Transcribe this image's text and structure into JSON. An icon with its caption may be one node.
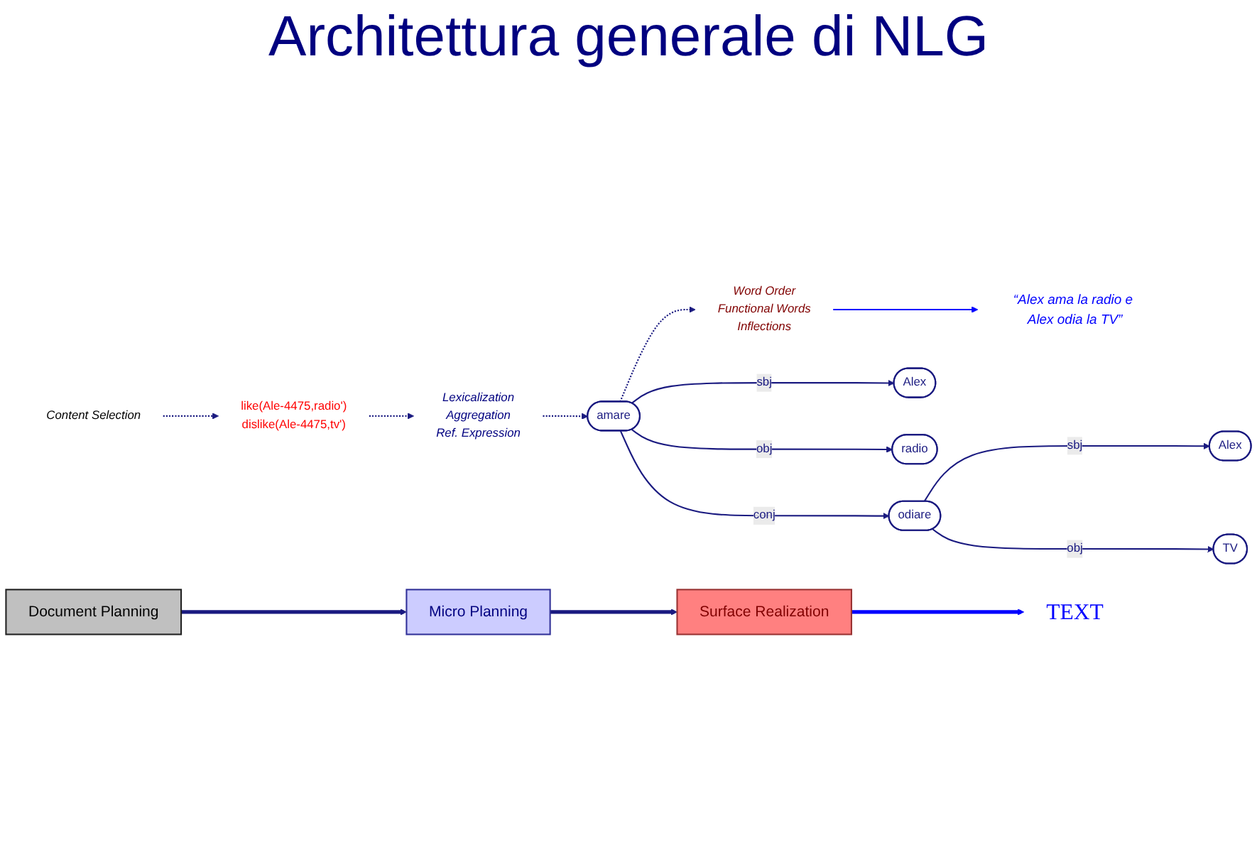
{
  "diagram": {
    "title": "Architettura generale di NLG",
    "nodes": [
      {
        "text": [
          "Document Planning"
        ]
      },
      {
        "text": [
          "Micro Planning"
        ]
      },
      {
        "text": [
          "Surface Realization"
        ]
      },
      {
        "text": [
          "TEXT"
        ]
      },
      {
        "text": [
          "Content Selection"
        ]
      },
      {
        "text": [
          "Lexicalization",
          "Aggregation",
          "Ref. Expression"
        ]
      },
      {
        "text": [
          "Word Order",
          "Functional Words",
          "Inflections"
        ]
      },
      {
        "text": [
          "like(Ale-4475,radio')",
          "dislike(Ale-4475,tv')"
        ]
      },
      {
        "text": [
          "amare"
        ]
      },
      {
        "text": [
          "Alex"
        ]
      },
      {
        "text": [
          "radio"
        ]
      },
      {
        "text": [
          "odiare"
        ]
      },
      {
        "text": [
          "Alex"
        ]
      },
      {
        "text": [
          "TV"
        ]
      },
      {
        "text": [
          "“Alex ama la radio e Alex odia la TV”"
        ]
      }
    ],
    "edges": [
      {
        "from": 0,
        "to": 1,
        "arrow": "to",
        "style": "thick"
      },
      {
        "from": 1,
        "to": 2,
        "arrow": "to",
        "style": "thick"
      },
      {
        "from": 2,
        "to": 3,
        "arrow": "to",
        "style": "thick",
        "color": "#0000ff"
      },
      {
        "from": 4,
        "to": 7,
        "arrow": "to",
        "style": "dashed"
      },
      {
        "from": 7,
        "to": 5,
        "arrow": "to",
        "style": "dashed"
      },
      {
        "from": 5,
        "to": 8,
        "arrow": "to",
        "style": "dashed"
      },
      {
        "from": 8,
        "to": 6,
        "arrow": "to",
        "style": "dashed"
      },
      {
        "from": 6,
        "to": 14,
        "arrow": "to",
        "color": "#0000ff"
      },
      {
        "from": 8,
        "to": 9,
        "arrow": "to",
        "label": "sbj"
      },
      {
        "from": 8,
        "to": 10,
        "arrow": "to",
        "label": "obj"
      },
      {
        "from": 8,
        "to": 11,
        "arrow": "to",
        "label": "conj"
      },
      {
        "from": 11,
        "to": 12,
        "arrow": "to",
        "label": "sbj"
      },
      {
        "from": 11,
        "to": 13,
        "arrow": "to",
        "label": "obj"
      }
    ]
  }
}
